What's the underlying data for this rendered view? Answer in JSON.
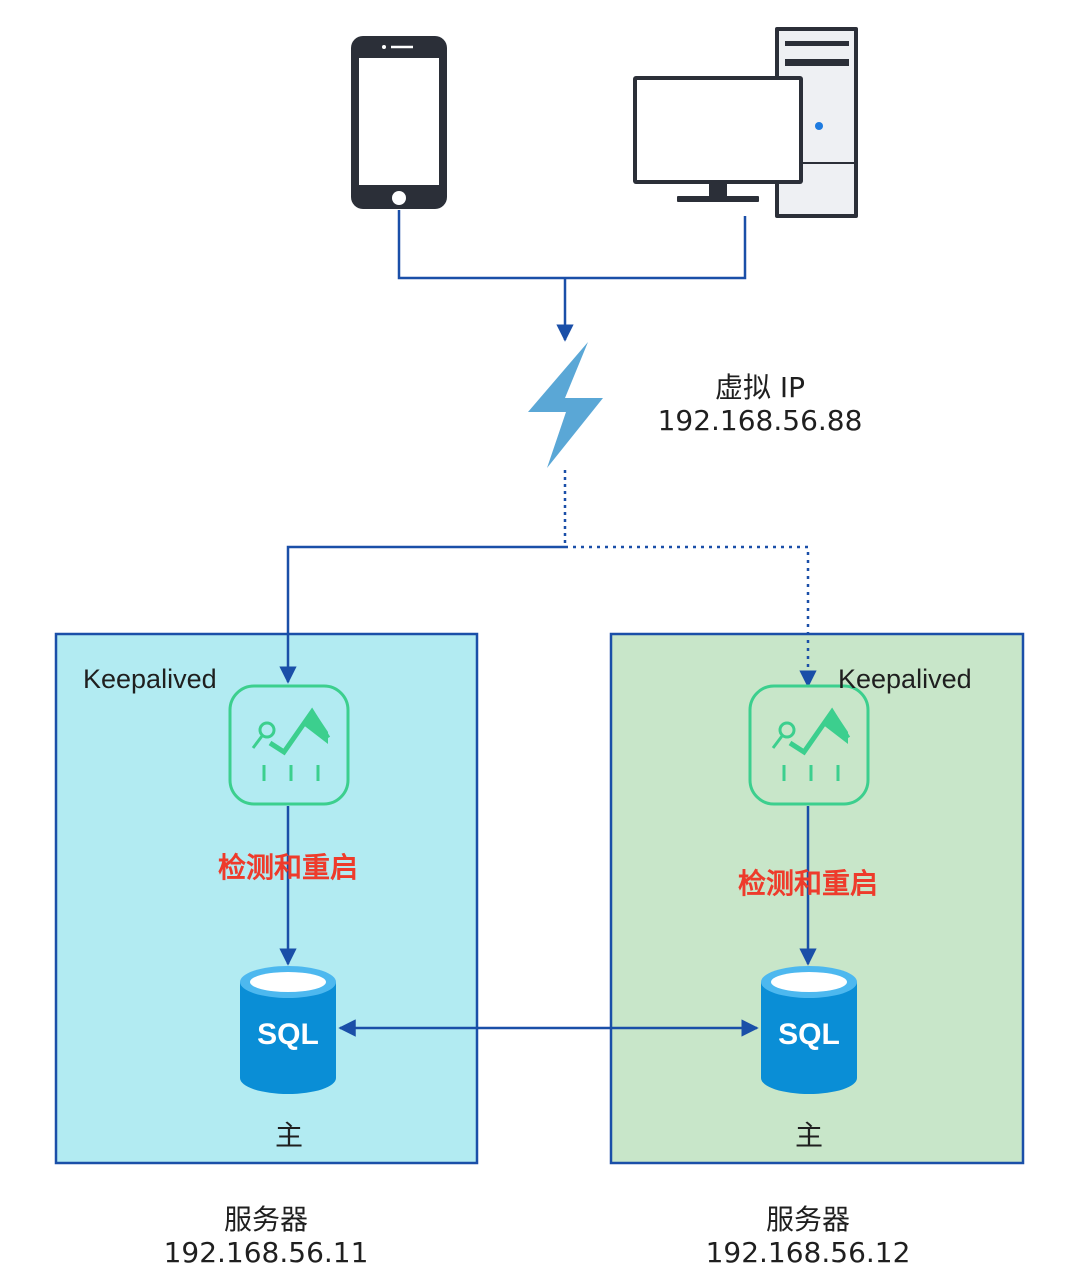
{
  "virtual_ip": {
    "title": "虚拟 IP",
    "address": "192.168.56.88"
  },
  "servers": [
    {
      "keepalived_label": "Keepalived",
      "action_label": "检测和重启",
      "db_label": "SQL",
      "role": "主",
      "title": "服务器",
      "ip": "192.168.56.11",
      "box_color": "#b2ebf2"
    },
    {
      "keepalived_label": "Keepalived",
      "action_label": "检测和重启",
      "db_label": "SQL",
      "role": "主",
      "title": "服务器",
      "ip": "192.168.56.12",
      "box_color": "#c8e6c9"
    }
  ],
  "icons": [
    "phone-icon",
    "desktop-computer-icon",
    "lightning-icon",
    "keepalived-monitor-icon",
    "sql-database-icon"
  ],
  "colors": {
    "connector": "#1a4fa8",
    "action_text": "#ee3b2b",
    "keepalived": "#3ccf8e",
    "database": "#0a8ed6",
    "lightning": "#5aa7d6"
  }
}
